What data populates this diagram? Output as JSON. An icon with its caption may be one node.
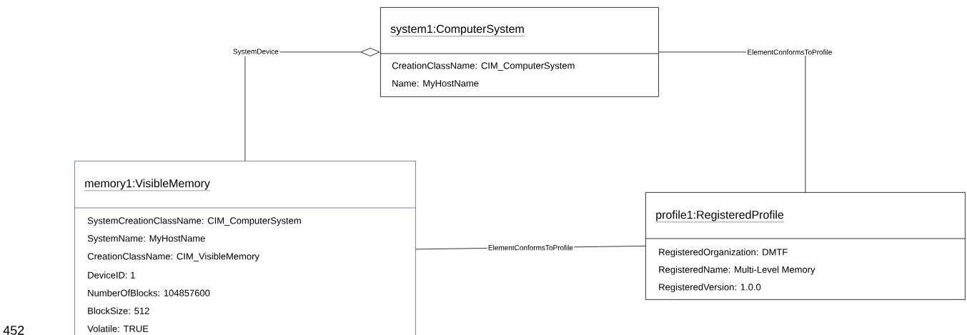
{
  "diagram": {
    "nodes": [
      {
        "text": [
          "system1:ComputerSystem",
          "CreationClassName: CIM_ComputerSystem",
          "Name: MyHostName"
        ]
      },
      {
        "text": [
          "memory1:VisibleMemory",
          "SystemCreationClassName: CIM_ComputerSystem",
          "SystemName: MyHostName",
          "CreationClassName: CIM_VisibleMemory",
          "DeviceID: 1",
          "NumberOfBlocks: 104857600",
          "BlockSize: 512",
          "Volatile: TRUE"
        ]
      },
      {
        "text": [
          "profile1:RegisteredProfile",
          "RegisteredOrganization: DMTF",
          "RegisteredName: Multi-Level Memory",
          "RegisteredVersion: 1.0.0"
        ]
      }
    ],
    "edges": [
      {
        "from": 0,
        "to": 1,
        "arrow": "other",
        "label": "SystemDevice"
      },
      {
        "from": 0,
        "to": 2,
        "arrow": "none",
        "label": "ElementConformsToProfile"
      },
      {
        "from": 1,
        "to": 2,
        "arrow": "none",
        "label": "ElementConformsToProfile"
      }
    ],
    "labels": [
      "452"
    ]
  }
}
